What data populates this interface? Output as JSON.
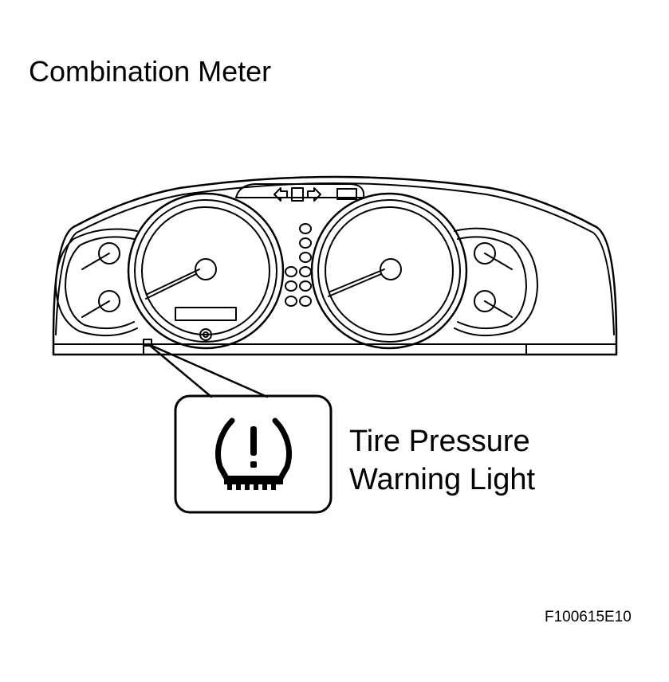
{
  "title": "Combination Meter",
  "callout": {
    "line1": "Tire Pressure",
    "line2": "Warning Light",
    "icon": "tire-pressure-warning-icon"
  },
  "figure_code": "F100615E10",
  "colors": {
    "line": "#000000",
    "background": "#ffffff"
  }
}
